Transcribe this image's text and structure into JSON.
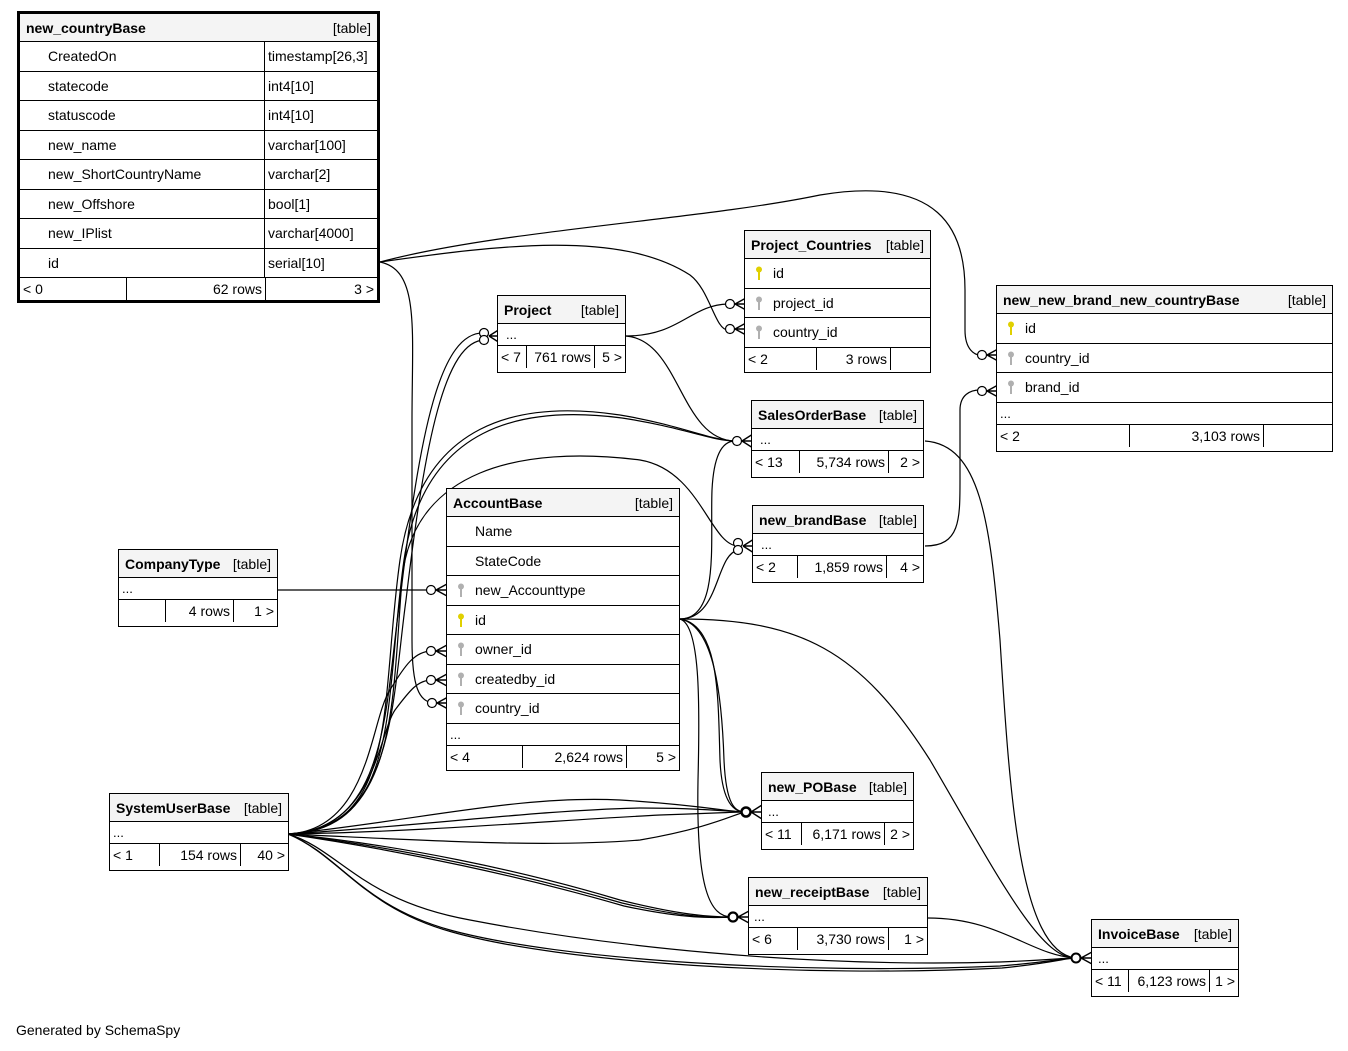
{
  "footer": "Generated by SchemaSpy",
  "colors": {
    "pk_key": "#e0d000",
    "fk_key": "#b0b0b0",
    "header_bg": "#f4f4f4",
    "line": "#000000"
  },
  "tables": {
    "new_countryBase": {
      "name": "new_countryBase",
      "type": "[table]",
      "columns": [
        {
          "name": "CreatedOn",
          "type": "timestamp[26,3]"
        },
        {
          "name": "statecode",
          "type": "int4[10]"
        },
        {
          "name": "statuscode",
          "type": "int4[10]"
        },
        {
          "name": "new_name",
          "type": "varchar[100]"
        },
        {
          "name": "new_ShortCountryName",
          "type": "varchar[2]"
        },
        {
          "name": "new_Offshore",
          "type": "bool[1]"
        },
        {
          "name": "new_IPlist",
          "type": "varchar[4000]"
        },
        {
          "name": "id",
          "type": "serial[10]"
        }
      ],
      "parents": "< 0",
      "rows": "62 rows",
      "children": "3 >"
    },
    "Project_Countries": {
      "name": "Project_Countries",
      "type": "[table]",
      "columns": [
        {
          "name": "id",
          "key": "pk"
        },
        {
          "name": "project_id",
          "key": "fk"
        },
        {
          "name": "country_id",
          "key": "fk"
        }
      ],
      "parents": "< 2",
      "rows": "3 rows",
      "children": ""
    },
    "new_new_brand_new_countryBase": {
      "name": "new_new_brand_new_countryBase",
      "type": "[table]",
      "columns": [
        {
          "name": "id",
          "key": "pk"
        },
        {
          "name": "country_id",
          "key": "fk"
        },
        {
          "name": "brand_id",
          "key": "fk"
        }
      ],
      "more": "...",
      "parents": "< 2",
      "rows": "3,103 rows",
      "children": ""
    },
    "Project": {
      "name": "Project",
      "type": "[table]",
      "more": "...",
      "parents": "< 7",
      "rows": "761 rows",
      "children": "5 >"
    },
    "SalesOrderBase": {
      "name": "SalesOrderBase",
      "type": "[table]",
      "more": "...",
      "parents": "< 13",
      "rows": "5,734 rows",
      "children": "2 >"
    },
    "new_brandBase": {
      "name": "new_brandBase",
      "type": "[table]",
      "more": "...",
      "parents": "< 2",
      "rows": "1,859 rows",
      "children": "4 >"
    },
    "AccountBase": {
      "name": "AccountBase",
      "type": "[table]",
      "columns": [
        {
          "name": "Name",
          "key": ""
        },
        {
          "name": "StateCode",
          "key": ""
        },
        {
          "name": "new_Accounttype",
          "key": "fk"
        },
        {
          "name": "id",
          "key": "pk"
        },
        {
          "name": "owner_id",
          "key": "fk"
        },
        {
          "name": "createdby_id",
          "key": "fk"
        },
        {
          "name": "country_id",
          "key": "fk"
        }
      ],
      "more": "...",
      "parents": "< 4",
      "rows": "2,624 rows",
      "children": "5 >"
    },
    "CompanyType": {
      "name": "CompanyType",
      "type": "[table]",
      "more": "...",
      "parents": "",
      "rows": "4 rows",
      "children": "1 >"
    },
    "SystemUserBase": {
      "name": "SystemUserBase",
      "type": "[table]",
      "more": "...",
      "parents": "< 1",
      "rows": "154 rows",
      "children": "40 >"
    },
    "new_POBase": {
      "name": "new_POBase",
      "type": "[table]",
      "more": "...",
      "parents": "< 11",
      "rows": "6,171 rows",
      "children": "2 >"
    },
    "new_receiptBase": {
      "name": "new_receiptBase",
      "type": "[table]",
      "more": "...",
      "parents": "< 6",
      "rows": "3,730 rows",
      "children": "1 >"
    },
    "InvoiceBase": {
      "name": "InvoiceBase",
      "type": "[table]",
      "more": "...",
      "parents": "< 11",
      "rows": "6,123 rows",
      "children": "1 >"
    }
  },
  "relationships": [
    {
      "from": "new_countryBase.id",
      "to": "Project_Countries.country_id"
    },
    {
      "from": "new_countryBase.id",
      "to": "new_new_brand_new_countryBase.country_id"
    },
    {
      "from": "new_countryBase.id",
      "to": "AccountBase.country_id"
    },
    {
      "from": "Project",
      "to": "Project_Countries.project_id"
    },
    {
      "from": "Project",
      "to": "SalesOrderBase"
    },
    {
      "from": "new_brandBase",
      "to": "new_new_brand_new_countryBase.brand_id"
    },
    {
      "from": "CompanyType",
      "to": "AccountBase.new_Accounttype"
    },
    {
      "from": "AccountBase.id",
      "to": "SalesOrderBase"
    },
    {
      "from": "AccountBase.id",
      "to": "new_brandBase"
    },
    {
      "from": "AccountBase.id",
      "to": "new_POBase"
    },
    {
      "from": "AccountBase.id",
      "to": "new_receiptBase"
    },
    {
      "from": "AccountBase.id",
      "to": "InvoiceBase"
    },
    {
      "from": "SystemUserBase",
      "to": "Project"
    },
    {
      "from": "SystemUserBase",
      "to": "SalesOrderBase"
    },
    {
      "from": "SystemUserBase",
      "to": "new_brandBase"
    },
    {
      "from": "SystemUserBase",
      "to": "AccountBase.owner_id"
    },
    {
      "from": "SystemUserBase",
      "to": "AccountBase.createdby_id"
    },
    {
      "from": "SystemUserBase",
      "to": "new_POBase"
    },
    {
      "from": "SystemUserBase",
      "to": "new_receiptBase"
    },
    {
      "from": "SystemUserBase",
      "to": "InvoiceBase"
    },
    {
      "from": "SalesOrderBase",
      "to": "InvoiceBase"
    },
    {
      "from": "new_receiptBase",
      "to": "InvoiceBase"
    }
  ]
}
